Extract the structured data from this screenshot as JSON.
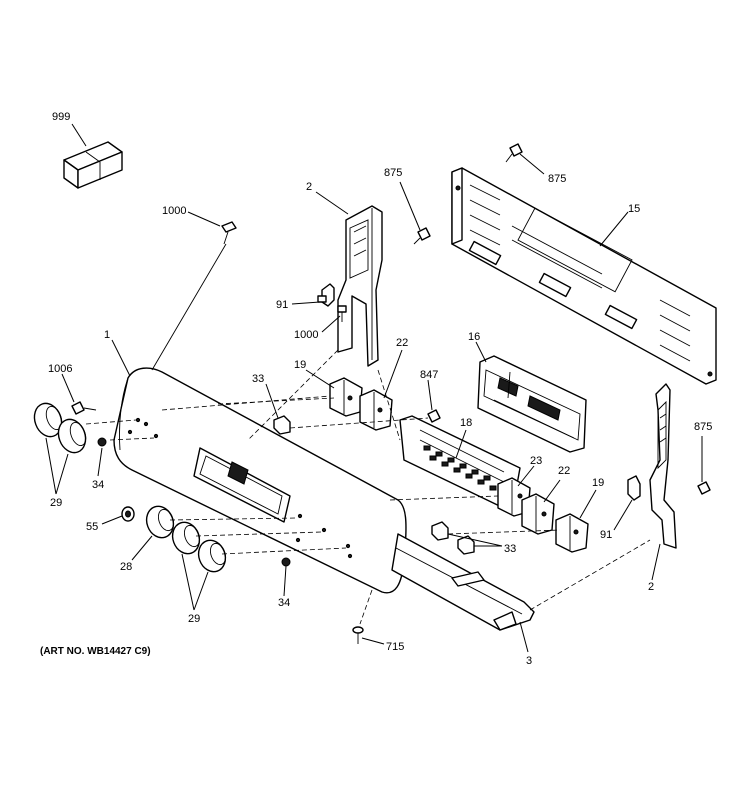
{
  "callouts": {
    "c999": "999",
    "c1000a": "1000",
    "c2a": "2",
    "c875a": "875",
    "c875b": "875",
    "c15": "15",
    "c91a": "91",
    "c1000b": "1000",
    "c1": "1",
    "c1006": "1006",
    "c19a": "19",
    "c22a": "22",
    "c33a": "33",
    "c847": "847",
    "c16": "16",
    "c18": "18",
    "c23": "23",
    "c22b": "22",
    "c19b": "19",
    "c875c": "875",
    "c91b": "91",
    "c2b": "2",
    "c29a": "29",
    "c34a": "34",
    "c55": "55",
    "c28": "28",
    "c29b": "29",
    "c34b": "34",
    "c33b": "33",
    "c715": "715",
    "c3": "3"
  },
  "art_number": "(ART NO. WB14427 C9)"
}
